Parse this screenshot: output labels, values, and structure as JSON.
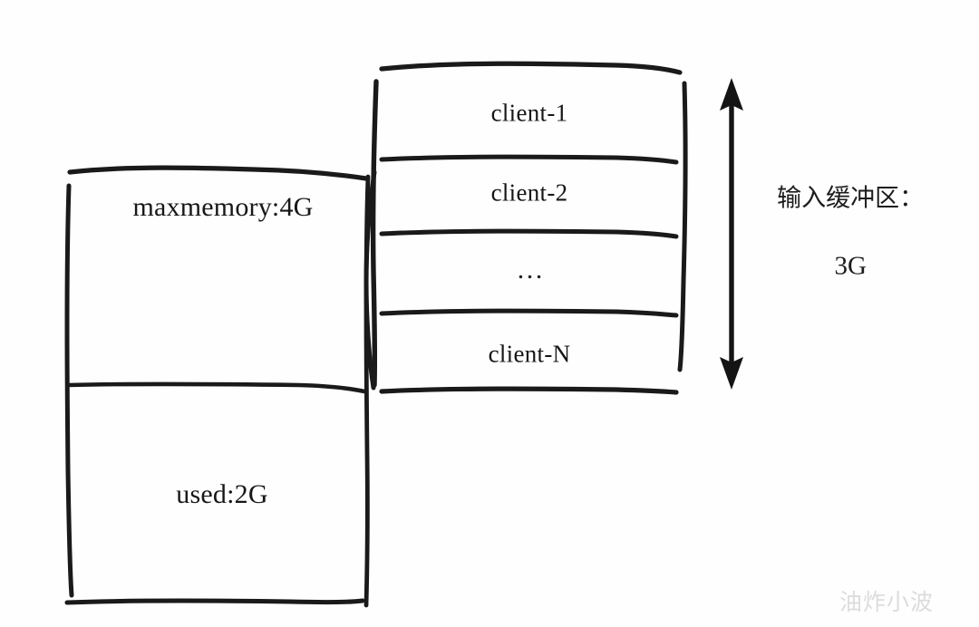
{
  "diagram": {
    "title": "Redis maxmemory and client input buffer diagram",
    "background_color": "#fefefe",
    "ink_color": "#1a1a1a"
  },
  "memory_box": {
    "name": "memory-box",
    "sections": [
      {
        "id": "maxmemory",
        "label": "maxmemory:4G"
      },
      {
        "id": "used",
        "label": "used:2G"
      }
    ]
  },
  "client_box": {
    "name": "client-buffer-box",
    "rows": [
      {
        "id": "client-1",
        "label": "client-1"
      },
      {
        "id": "client-2",
        "label": "client-2"
      },
      {
        "id": "ellipsis",
        "label": "…"
      },
      {
        "id": "client-n",
        "label": "client-N"
      }
    ]
  },
  "annotation": {
    "name": "input-buffer-annotation",
    "text": "输入缓冲区：",
    "amount": "3G",
    "arrow": "double-headed-vertical-arrow"
  },
  "watermark": {
    "text": "油炸小波",
    "color": "#dcdcdc"
  }
}
